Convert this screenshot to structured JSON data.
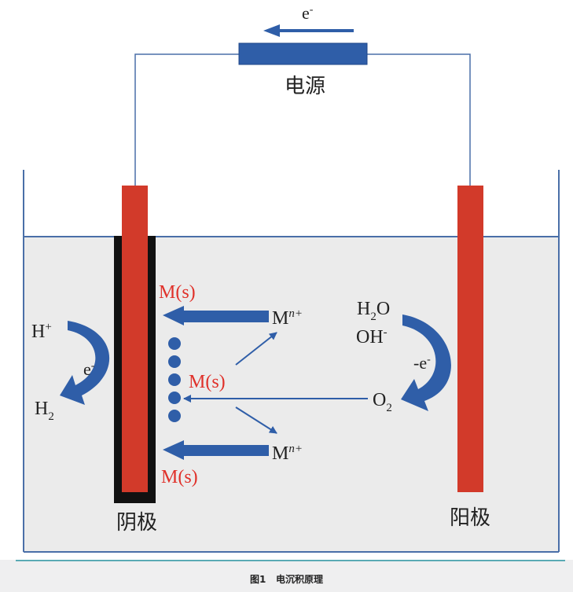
{
  "diagram": {
    "power_label": "电源",
    "electron_top": "e",
    "minus": "-",
    "cathode_label": "阴极",
    "anode_label": "阳极",
    "metal_solid": "M(s)",
    "metal_ion_base": "M",
    "metal_ion_sup": "n+",
    "h_base": "H",
    "plus": "+",
    "electron_left": "e",
    "h2_base": "H",
    "sub2": "2",
    "water_h": "H",
    "water_o": "O",
    "hydroxide": "OH",
    "anode_electron": "-e",
    "oxygen_o": "O"
  },
  "caption": {
    "figure_no": "图1",
    "title": "电沉积原理"
  },
  "colors": {
    "arrow_blue": "#2f5ea8",
    "electrode_red": "#d23a2a",
    "label_red": "#e0312a",
    "wire_blue": "#4a6fa8",
    "electrolyte": "#ebebeb"
  }
}
